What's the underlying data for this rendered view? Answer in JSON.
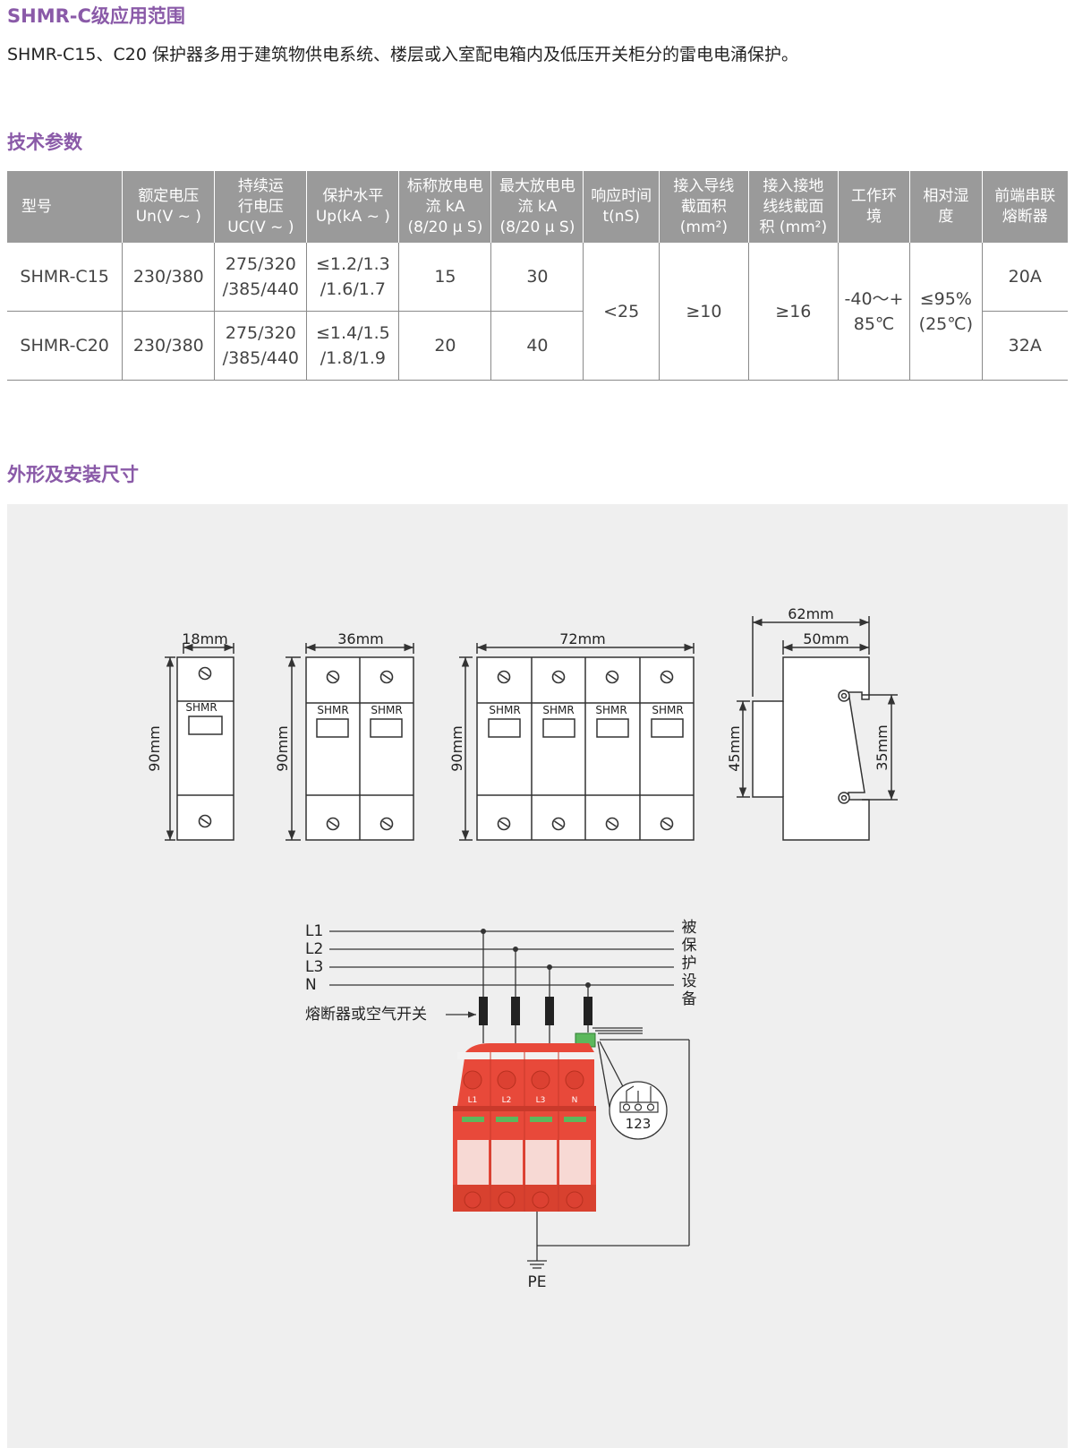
{
  "sections": {
    "application_title": "SHMR-C级应用范围",
    "application_text": "SHMR-C15、C20 保护器多用于建筑物供电系统、楼层或入室配电箱内及低压开关柜分的雷电电涌保护。",
    "specs_title": "技术参数",
    "dimensions_title": "外形及安装尺寸"
  },
  "table": {
    "headers": [
      [
        "型号"
      ],
      [
        "额定电压",
        "Un(V ~ )"
      ],
      [
        "持续运",
        "行电压",
        "UC(V ~ )"
      ],
      [
        "保护水平",
        "Up(kA ~ )"
      ],
      [
        "标称放电电",
        "流 kA",
        "(8/20 μ S)"
      ],
      [
        "最大放电电",
        "流 kA",
        "(8/20 μ S)"
      ],
      [
        "响应时间",
        "t(nS)"
      ],
      [
        "接入导线",
        "截面积",
        "(mm²)"
      ],
      [
        "接入接地",
        "线线截面",
        "积 (mm²)"
      ],
      [
        "工作环",
        "境"
      ],
      [
        "相对湿",
        "度"
      ],
      [
        "前端串联",
        "熔断器"
      ]
    ],
    "rows": [
      {
        "model": "SHMR-C15",
        "un": "230/380",
        "uc": [
          "275/320",
          "/385/440"
        ],
        "up": [
          "≤1.2/1.3",
          "/1.6/1.7"
        ],
        "in": "15",
        "imax": "30",
        "fuse": "20A"
      },
      {
        "model": "SHMR-C20",
        "un": "230/380",
        "uc": [
          "275/320",
          "/385/440"
        ],
        "up": [
          "≤1.4/1.5",
          "/1.8/1.9"
        ],
        "in": "20",
        "imax": "40",
        "fuse": "32A"
      }
    ],
    "shared": {
      "response": "<25",
      "wire": "≥10",
      "ground": "≥16",
      "temp": [
        "-40～+",
        "85℃"
      ],
      "humidity": [
        "≤95%",
        "(25℃)"
      ]
    }
  },
  "dimensions": {
    "w18": "18mm",
    "w36": "36mm",
    "w72": "72mm",
    "w62": "62mm",
    "w50": "50mm",
    "h90": "90mm",
    "h45": "45mm",
    "h35": "35mm",
    "module_label": "SHMR"
  },
  "wiring": {
    "lines": [
      "L1",
      "L2",
      "L3",
      "N"
    ],
    "fuse_label": "熔断器或空气开关",
    "protected_device": [
      "被",
      "保",
      "护",
      "设",
      "备"
    ],
    "pe": "PE",
    "terminal_numbers": "123",
    "device_poles": [
      "L1",
      "L2",
      "L3",
      "N"
    ]
  },
  "colors": {
    "accent": "#8a5aa8",
    "table_header": "#9a9a9a",
    "device_red": "#e8493a"
  }
}
